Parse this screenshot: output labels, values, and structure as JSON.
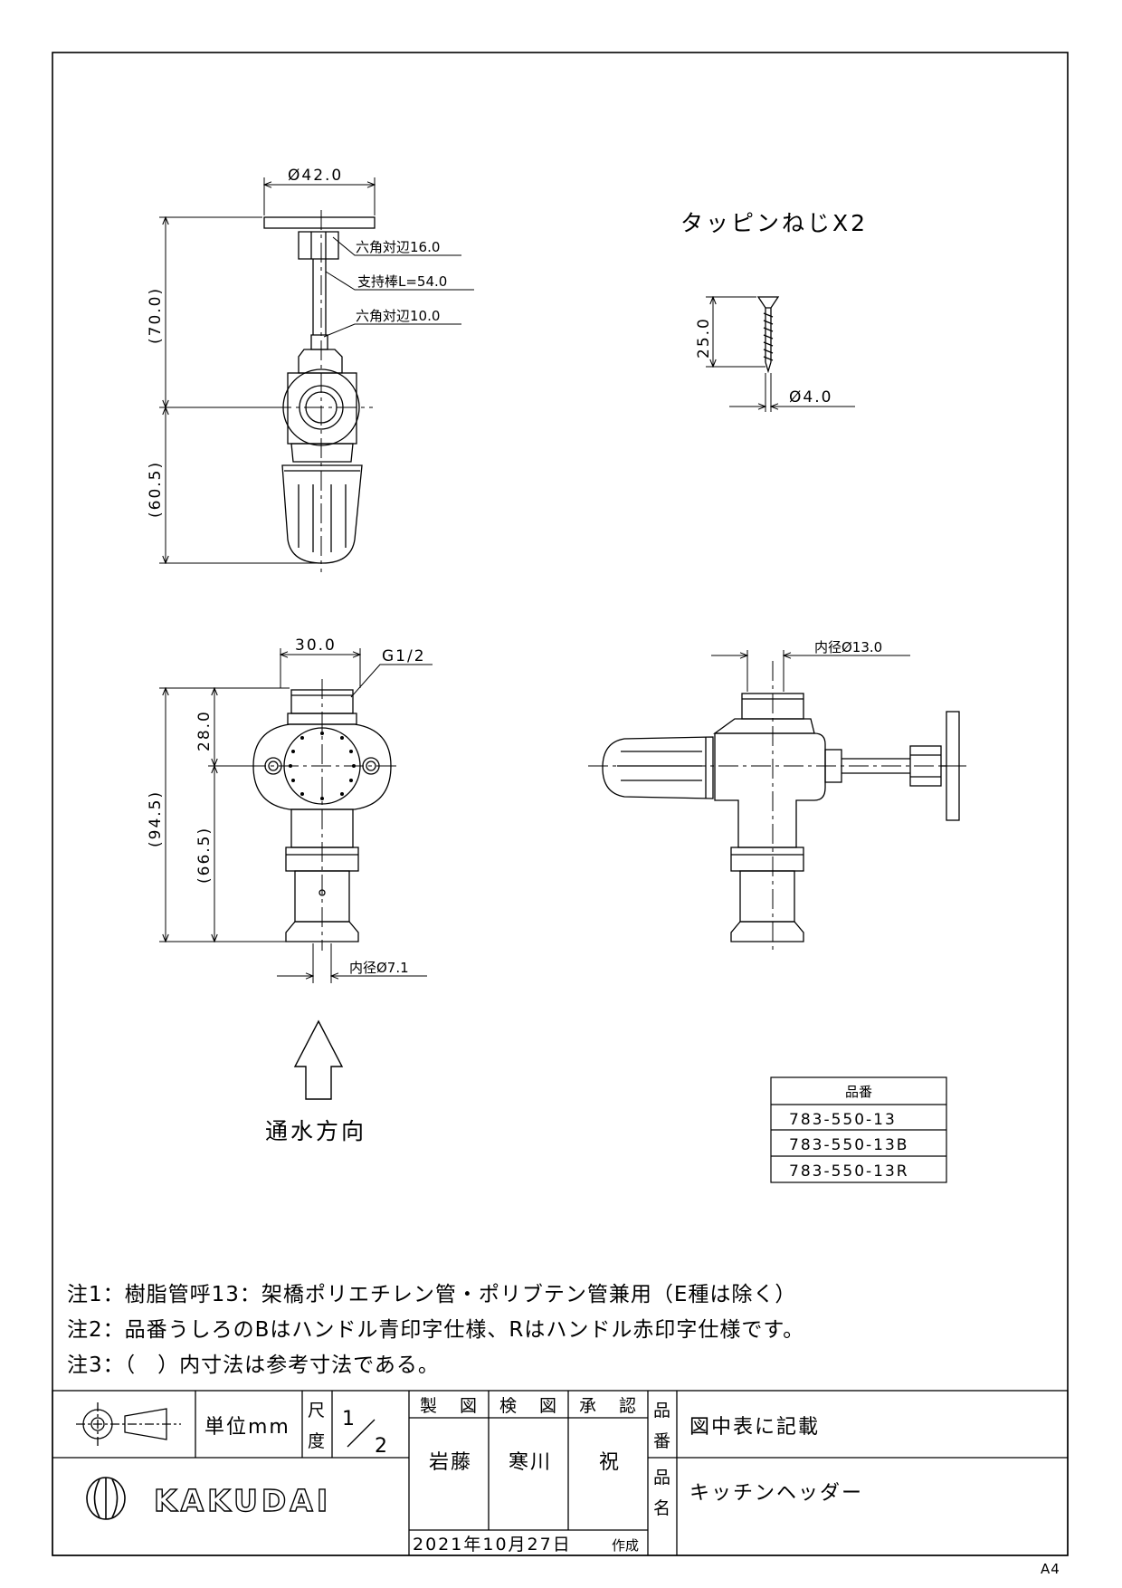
{
  "views": {
    "top": {
      "flange_dia": "Ø42.0",
      "hex_large": "六角対辺16.0",
      "support_rod": "支持棒L=54.0",
      "hex_small": "六角対辺10.0",
      "height_upper": "(70.0)",
      "height_lower": "(60.5)"
    },
    "screw": {
      "title": "タッピンねじX2",
      "length": "25.0",
      "diameter": "Ø4.0"
    },
    "front": {
      "width": "30.0",
      "thread": "G1/2",
      "height_total": "(94.5)",
      "height_top": "28.0",
      "height_bottom": "(66.5)",
      "inner_dia": "内径Ø7.1"
    },
    "side": {
      "inner_dia": "内径Ø13.0"
    }
  },
  "flow_direction": "通水方向",
  "part_table": {
    "header": "品番",
    "rows": [
      "783-550-13",
      "783-550-13B",
      "783-550-13R"
    ]
  },
  "notes": [
    "注1：樹脂管呼13：架橋ポリエチレン管・ポリブテン管兼用（E種は除く）",
    "注2：品番うしろのBはハンドル青印字仕様、Rはハンドル赤印字仕様です。",
    "注3：（　）内寸法は参考寸法である。"
  ],
  "title_block": {
    "unit": "単位mm",
    "scale_label_1": "尺",
    "scale_label_2": "度",
    "scale_num": "1",
    "scale_den": "2",
    "drawn_label": "製　図",
    "checked_label": "検　図",
    "approved_label": "承　認",
    "drawn_by": "岩藤",
    "checked_by": "寒川",
    "approved_by": "祝",
    "part_no_label_1": "品",
    "part_no_label_2": "番",
    "part_no_value": "図中表に記載",
    "part_name_label_1": "品",
    "part_name_label_2": "名",
    "part_name_value": "キッチンヘッダー",
    "company": "KAKUDAI",
    "date": "2021年10月27日",
    "created": "作成"
  },
  "paper_size": "A4"
}
